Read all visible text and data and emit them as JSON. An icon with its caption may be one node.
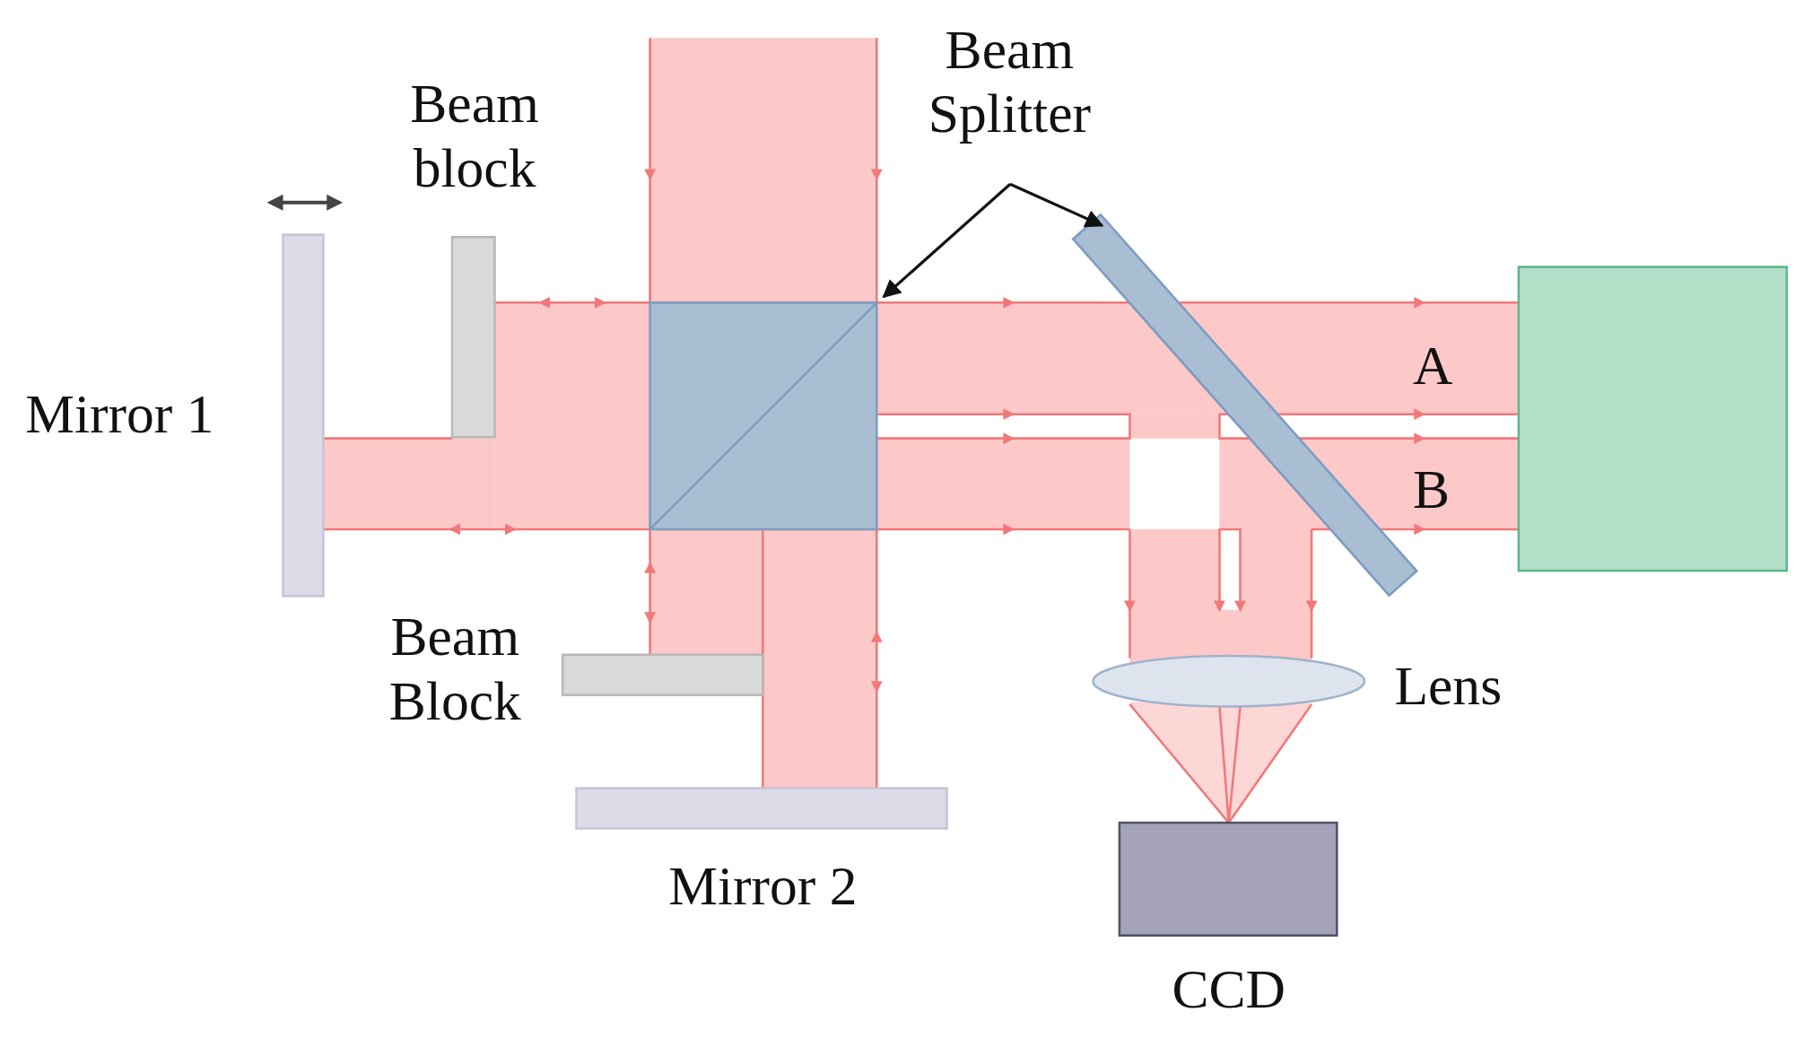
{
  "diagram": {
    "nodes": [
      {
        "text": [
          "Mirror 1"
        ]
      },
      {
        "text": [
          "Beam block"
        ]
      },
      {
        "text": [
          "Beam Splitter"
        ]
      },
      {
        "text": [],
        "shape": "box"
      },
      {
        "text": [],
        "shape": "bar"
      },
      {
        "text": [
          "Beam Block"
        ]
      },
      {
        "text": [
          "Mirror 2"
        ]
      },
      {
        "text": [
          "Lens"
        ]
      },
      {
        "text": [
          "CCD"
        ]
      },
      {
        "text": [],
        "shape": "box"
      }
    ],
    "edges": [
      {
        "from": 2,
        "to": 3,
        "arrow": "to"
      },
      {
        "from": 2,
        "to": 4,
        "arrow": "to"
      }
    ],
    "labels": [
      "A",
      "B"
    ]
  }
}
